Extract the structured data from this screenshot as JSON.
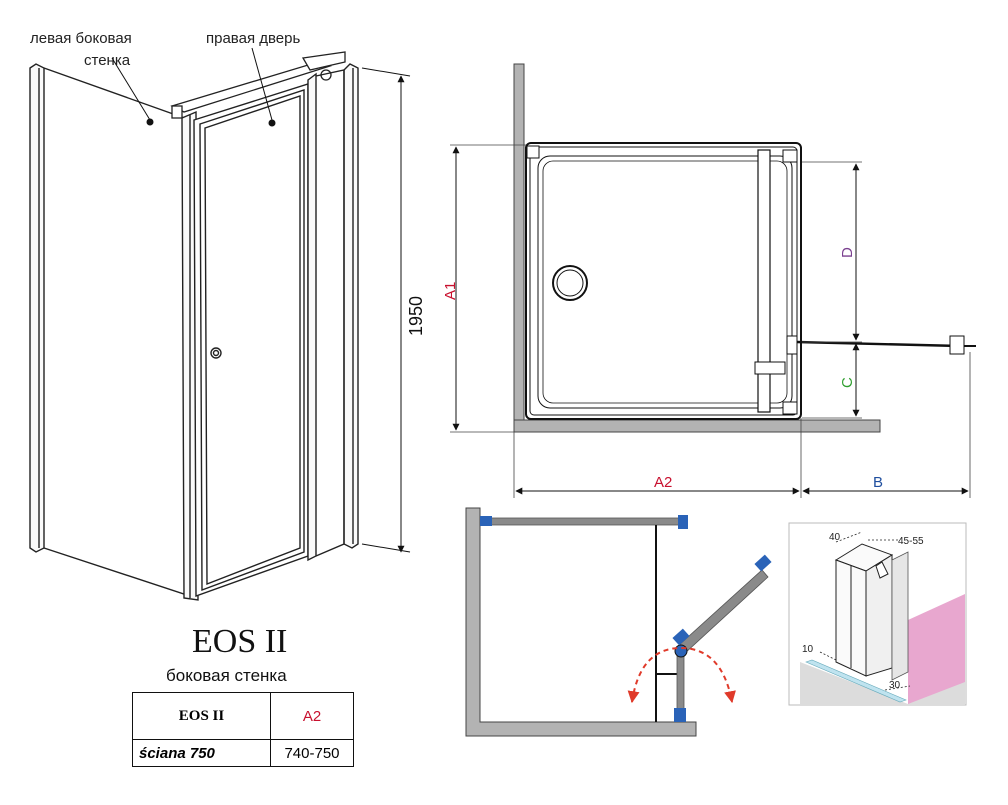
{
  "labels": {
    "left_wall": [
      "левая боковая",
      "стенка"
    ],
    "right_door": "правая дверь",
    "height": "1950"
  },
  "plan": {
    "dim_a1": "A1",
    "dim_a2": "A2",
    "dim_b": "B",
    "dim_c": "C",
    "dim_d": "D"
  },
  "detail": {
    "d40": "40",
    "d45_55": "45-55",
    "d10": "10",
    "d30": "30"
  },
  "product": {
    "title": "EOS II",
    "subtitle": "боковая стенка"
  },
  "table": {
    "header_model": "EOS II",
    "header_dim": "A2",
    "row_name": "ściana 750",
    "row_value": "740-750"
  },
  "colors": {
    "a1": "#c8102e",
    "a2": "#c8102e",
    "b": "#1f4e9e",
    "c": "#2e9e2e",
    "d": "#7a3f8f",
    "profile": "#8a8a8a",
    "clip": "#2a63b8",
    "swing": "#e03a2a",
    "tile": "#e8a7cf"
  }
}
